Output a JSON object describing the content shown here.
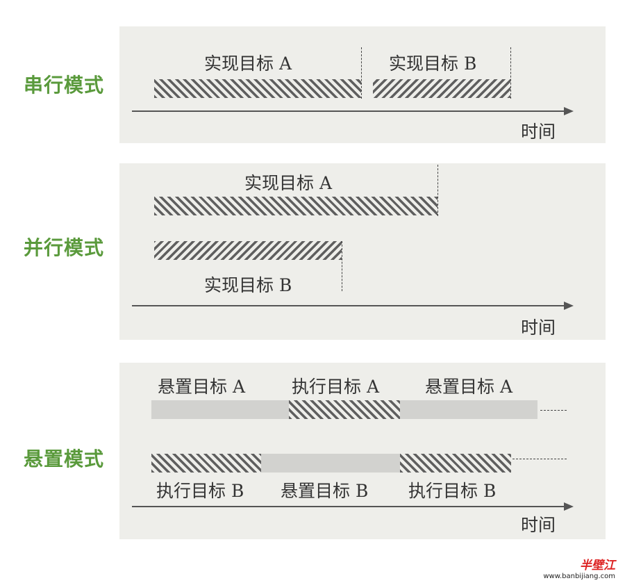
{
  "modes": {
    "serial": {
      "label": "串行模式",
      "goal_a": "实现目标 A",
      "goal_b": "实现目标 B",
      "time": "时间"
    },
    "parallel": {
      "label": "并行模式",
      "goal_a": "实现目标 A",
      "goal_b": "实现目标 B",
      "time": "时间"
    },
    "suspend": {
      "label": "悬置模式",
      "top_row": [
        "悬置目标 A",
        "执行目标 A",
        "悬置目标 A"
      ],
      "bottom_row": [
        "执行目标 B",
        "悬置目标 B",
        "执行目标 B"
      ],
      "time": "时间"
    }
  },
  "watermark": {
    "logo": "半壁江",
    "url": "www.banbijiang.com"
  },
  "colors": {
    "mode_label": "#5a9a3c",
    "panel_bg": "#eeeeea",
    "hatch": "#5f5f5f",
    "suspend_bar": "#d2d2cf"
  }
}
